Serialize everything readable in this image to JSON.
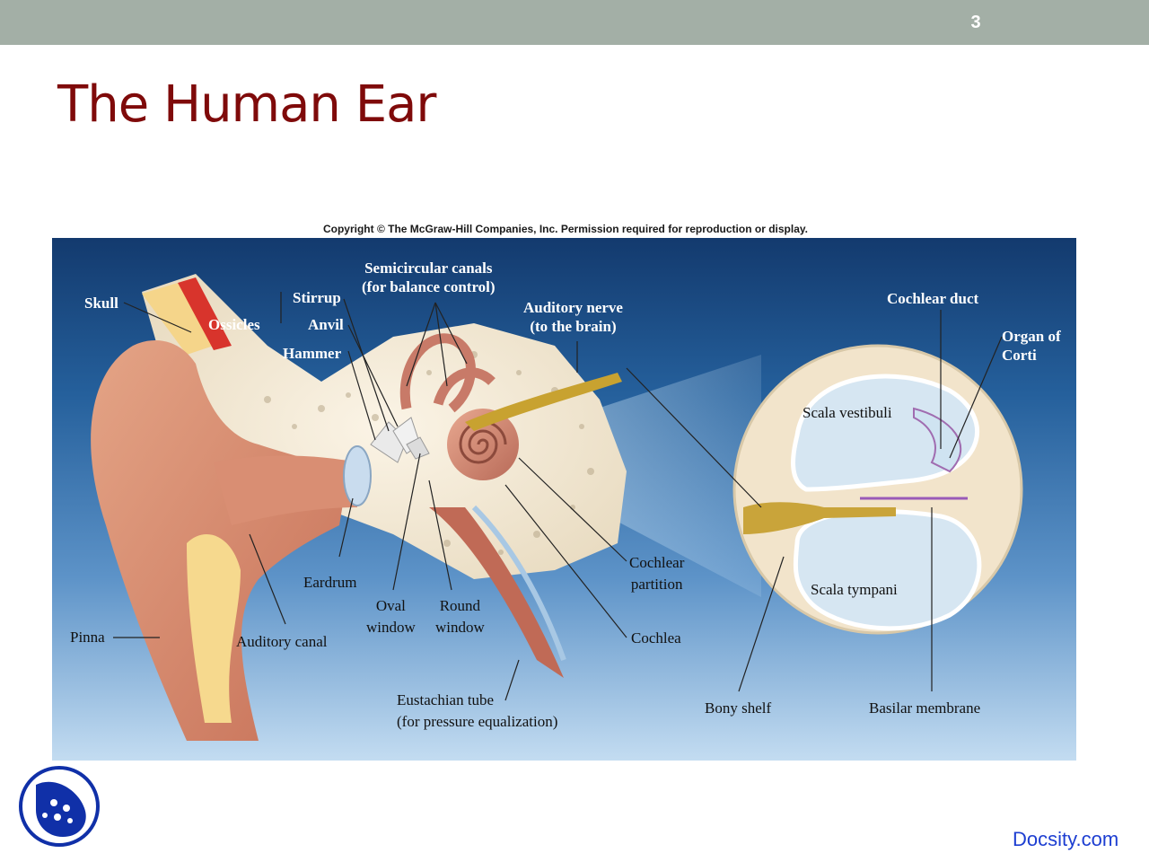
{
  "slide": {
    "number": "3",
    "title": "The Human Ear"
  },
  "figure": {
    "copyright": "Copyright © The McGraw-Hill Companies, Inc. Permission required for reproduction or display.",
    "labels": {
      "skull": "Skull",
      "ossicles": "Ossicles",
      "stirrup": "Stirrup",
      "anvil": "Anvil",
      "hammer": "Hammer",
      "semicircular_1": "Semicircular canals",
      "semicircular_2": "(for balance control)",
      "auditory_nerve_1": "Auditory nerve",
      "auditory_nerve_2": "(to the brain)",
      "cochlear_duct": "Cochlear duct",
      "organ_of_corti_1": "Organ of",
      "organ_of_corti_2": "Corti",
      "scala_vestibuli": "Scala vestibuli",
      "scala_tympani": "Scala tympani",
      "cochlear_partition_1": "Cochlear",
      "cochlear_partition_2": "partition",
      "cochlea": "Cochlea",
      "eardrum": "Eardrum",
      "oval_window_1": "Oval",
      "oval_window_2": "window",
      "round_window_1": "Round",
      "round_window_2": "window",
      "pinna": "Pinna",
      "auditory_canal": "Auditory canal",
      "eustachian_1": "Eustachian tube",
      "eustachian_2": "(for pressure equalization)",
      "bony_shelf": "Bony shelf",
      "basilar_membrane": "Basilar membrane"
    }
  },
  "footer": {
    "brand": "Docsity.com"
  },
  "colors": {
    "title": "#7f0a0a",
    "topbar": "#a3afa6",
    "brand": "#1d3ed1",
    "logo": "#1030a8"
  }
}
